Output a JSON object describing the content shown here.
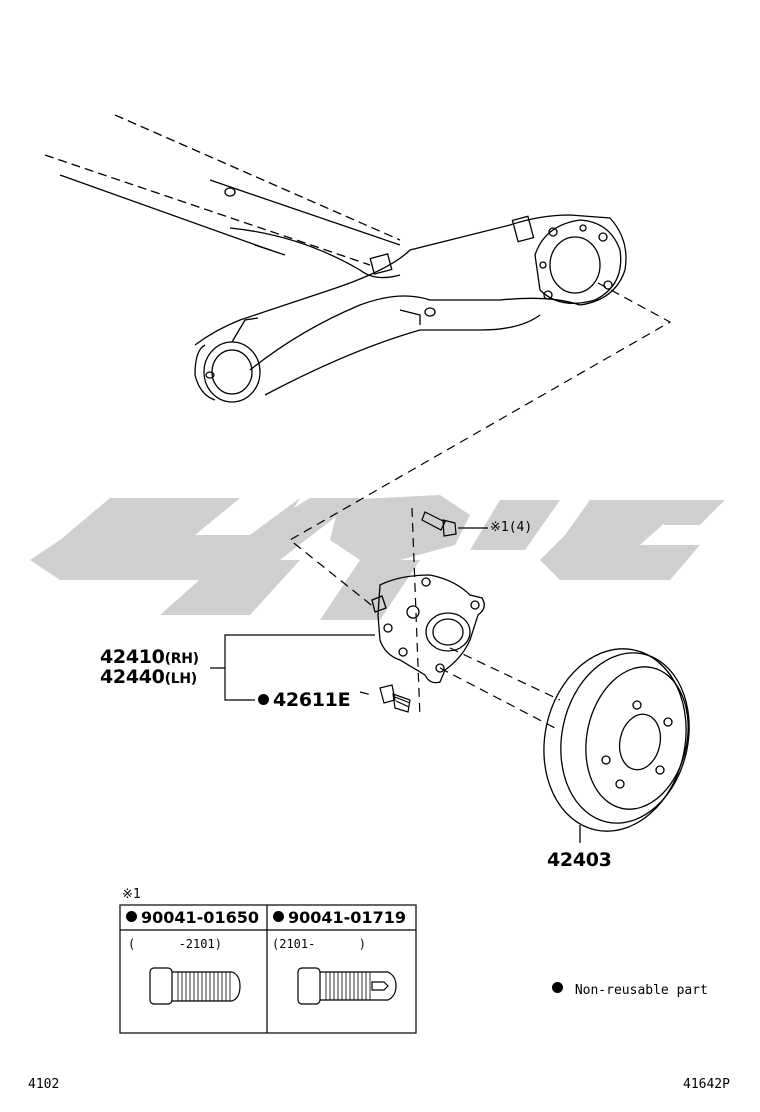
{
  "callouts": {
    "hub_rh_number": "42410",
    "hub_rh_side": "(RH)",
    "hub_lh_number": "42440",
    "hub_lh_side": "(LH)",
    "hub_bolt": "42611E",
    "drum": "42403",
    "bolt_note_mark": "※1",
    "bolt_note_qty": "(4)"
  },
  "bolt_table": {
    "mark": "※1",
    "columns": [
      {
        "part_number": "90041-01650",
        "range": "(      -2101)"
      },
      {
        "part_number": "90041-01719",
        "range": "(2101-      )"
      }
    ]
  },
  "legend": {
    "label": "Non-reusable part"
  },
  "footer": {
    "left_code": "4102",
    "right_code": "41642P"
  },
  "watermark": {
    "color": "#cfcfcf"
  }
}
